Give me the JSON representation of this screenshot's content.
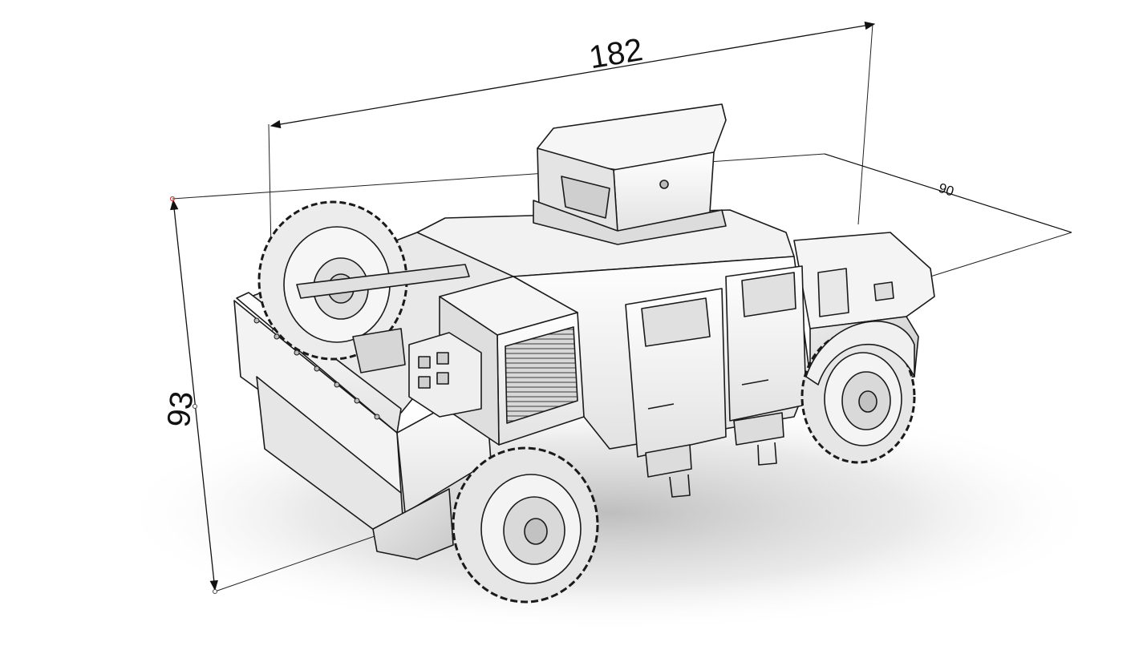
{
  "dimensions": {
    "length": "182",
    "width": "90",
    "height": "93"
  },
  "colors": {
    "line": "#1a1a1a",
    "body": "#f4f4f4",
    "shade": "#c9c9c9",
    "ground_shadow": "#b0b0b0",
    "pin_red": "#d94040"
  }
}
